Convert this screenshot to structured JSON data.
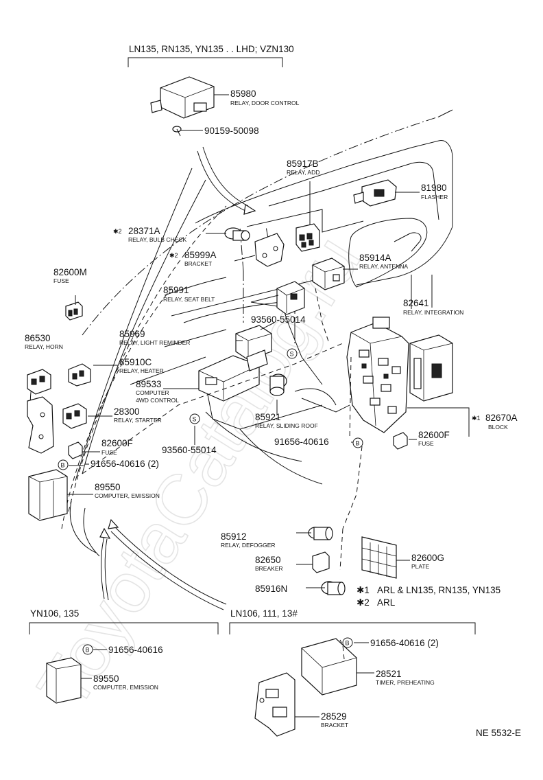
{
  "watermark": "ToyotaCatalog.ru",
  "diagram_code": "NE 5532-E",
  "headers": {
    "top": "LN135, RN135, YN135 . . LHD; VZN130",
    "bottom_left": "YN106, 135",
    "bottom_right": "LN106, 111, 13#"
  },
  "callouts": [
    {
      "id": "85980",
      "caption": "RELAY, DOOR CONTROL"
    },
    {
      "id": "90159-50098",
      "caption": ""
    },
    {
      "id": "85917B",
      "caption": "RELAY, ADD"
    },
    {
      "id": "81980",
      "caption": "FLASHER"
    },
    {
      "id": "28371A",
      "prefix": "✱2",
      "caption": "RELAY, BULB CHECK"
    },
    {
      "id": "85999A",
      "prefix": "✱2",
      "caption": "BRACKET"
    },
    {
      "id": "85914A",
      "caption": "RELAY, ANTENNA"
    },
    {
      "id": "82600M",
      "caption": "FUSE"
    },
    {
      "id": "85991",
      "caption": "RELAY, SEAT BELT"
    },
    {
      "id": "82641",
      "caption": "RELAY, INTEGRATION"
    },
    {
      "id": "93560-55014",
      "caption": ""
    },
    {
      "id": "86530",
      "caption": "RELAY, HORN"
    },
    {
      "id": "85969",
      "caption": "RELAY, LIGHT REMINDER"
    },
    {
      "id": "85910C",
      "caption": "RELAY, HEATER"
    },
    {
      "id": "89533",
      "caption": "COMPUTER",
      "caption2": "4WD CONTROL"
    },
    {
      "id": "28300",
      "caption": "RELAY, STARTER"
    },
    {
      "id": "82670A",
      "prefix": "✱1",
      "caption": "BLOCK"
    },
    {
      "id": "85921",
      "caption": "RELAY, SLIDING ROOF"
    },
    {
      "id": "82600F",
      "caption": "FUSE"
    },
    {
      "id": "93560-55014",
      "caption": ""
    },
    {
      "id": "91656-40616",
      "caption": ""
    },
    {
      "id": "82600F",
      "caption": "FUSE"
    },
    {
      "id": "91656-40616 (2)",
      "caption": ""
    },
    {
      "id": "89550",
      "caption": "COMPUTER, EMISSION"
    },
    {
      "id": "85912",
      "caption": "RELAY, DEFOGGER"
    },
    {
      "id": "82650",
      "caption": "BREAKER"
    },
    {
      "id": "82600G",
      "caption": "PLATE"
    },
    {
      "id": "85916N",
      "caption": ""
    },
    {
      "id": "91656-40616",
      "caption": ""
    },
    {
      "id": "89550",
      "caption": "COMPUTER, EMISSION"
    },
    {
      "id": "91656-40616 (2)",
      "caption": ""
    },
    {
      "id": "28521",
      "caption": "TIMER, PREHEATING"
    },
    {
      "id": "28529",
      "caption": "BRACKET"
    }
  ],
  "notes": [
    {
      "mark": "✱1",
      "text": "ARL & LN135, RN135, YN135"
    },
    {
      "mark": "✱2",
      "text": "ARL"
    }
  ],
  "markers": {
    "bolt": "B",
    "screw": "S"
  }
}
